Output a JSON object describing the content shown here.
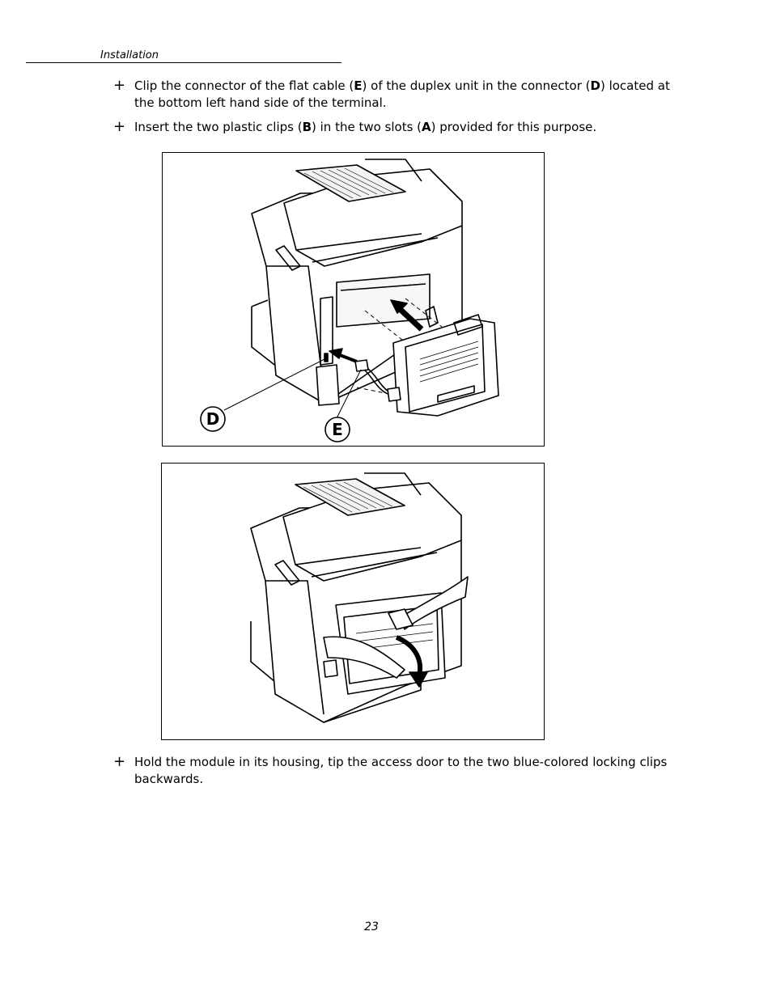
{
  "header": {
    "section": "Installation"
  },
  "steps": [
    {
      "bullet": "+",
      "text_parts": [
        "Clip the connector of the flat cable (",
        "E",
        ") of the duplex unit in the connector (",
        "D",
        ") located at the bottom left hand side of the terminal."
      ]
    },
    {
      "bullet": "+",
      "text_parts": [
        "Insert the two plastic clips (",
        "B",
        ") in the two slots (",
        "A",
        ") provided for this purpose."
      ]
    },
    {
      "bullet": "+",
      "text": "Hold the module in its housing, tip the access door to the two blue-colored locking clips backwards."
    }
  ],
  "figure1": {
    "callouts": [
      "D",
      "E"
    ]
  },
  "page_number": "23"
}
